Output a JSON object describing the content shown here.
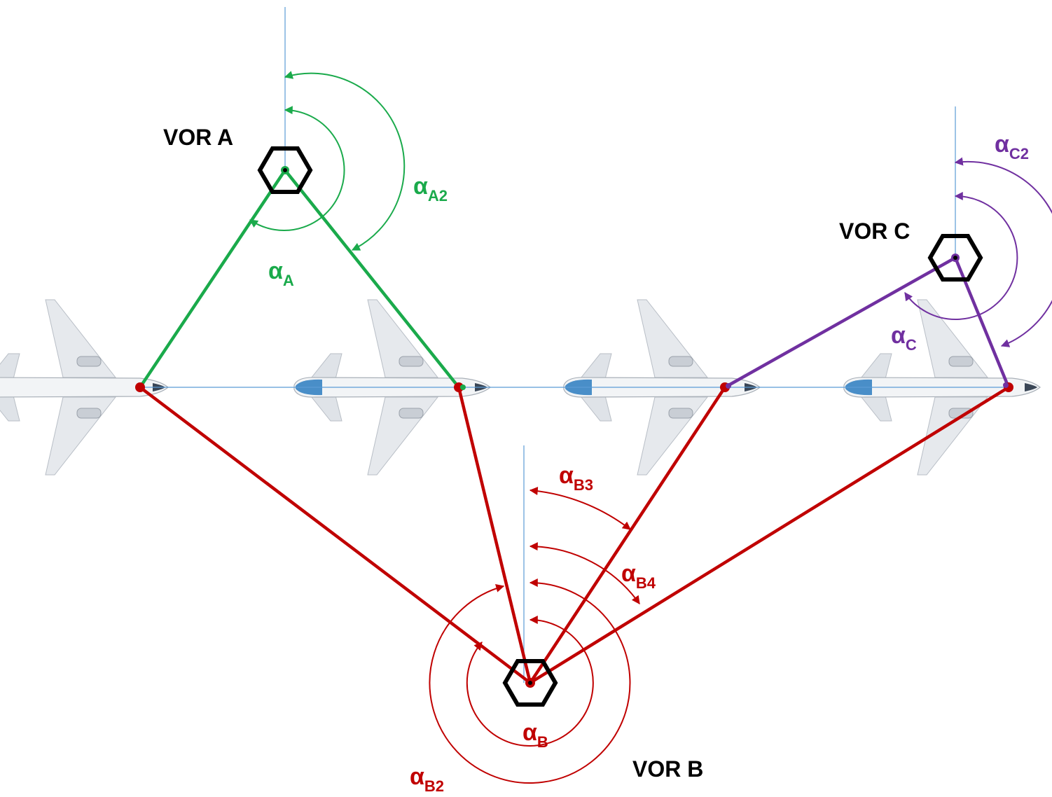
{
  "colors": {
    "station_a": "#1aaa4b",
    "station_b": "#c00000",
    "station_c": "#7030a0",
    "meridian": "#5b9bd5",
    "vor_symbol": "#000000"
  },
  "stations": {
    "a": {
      "label": "VOR A"
    },
    "b": {
      "label": "VOR B"
    },
    "c": {
      "label": "VOR C"
    }
  },
  "angles": {
    "a": {
      "greek": "α",
      "sub": "A"
    },
    "a2": {
      "greek": "α",
      "sub": "A2"
    },
    "b": {
      "greek": "α",
      "sub": "B"
    },
    "b2": {
      "greek": "α",
      "sub": "B2"
    },
    "b3": {
      "greek": "α",
      "sub": "B3"
    },
    "b4": {
      "greek": "α",
      "sub": "B4"
    },
    "c": {
      "greek": "α",
      "sub": "C"
    },
    "c2": {
      "greek": "α",
      "sub": "C2"
    }
  },
  "icons": [
    "vor-hexagon-icon",
    "airplane-icon"
  ]
}
